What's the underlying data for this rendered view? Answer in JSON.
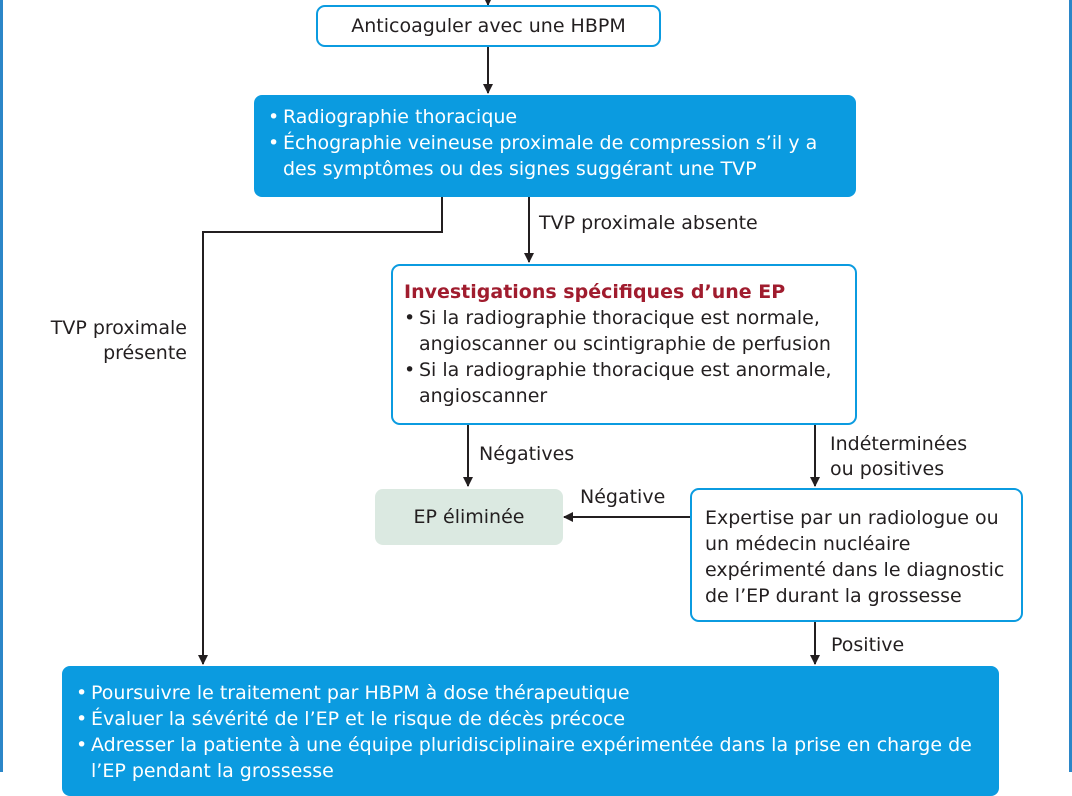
{
  "boxes": {
    "anticoag": "Anticoaguler avec une HBPM",
    "imaging": [
      "Radiographie thoracique",
      "Échographie veineuse proximale de compression s’il y a des symptômes ou des signes suggérant une TVP"
    ],
    "investigations": {
      "title": "Investigations spécifiques d’une EP",
      "items": [
        "Si la radiographie thoracique est normale, angioscanner ou scintigraphie de perfusion",
        "Si la radiographie thoracique est anormale, angioscanner"
      ]
    },
    "excluded": "EP éliminée",
    "expertise": "Expertise par un radiologue ou un médecin nucléaire expérimenté dans le diagnostic de l’EP durant la grossesse",
    "treatment": [
      "Poursuivre le traitement par HBPM à dose thérapeutique",
      "Évaluer la sévérité de l’EP et le risque de décès précoce",
      "Adresser la patiente à une équipe pluridisciplinaire expérimentée dans la prise en charge de l’EP pendant la grossesse"
    ]
  },
  "labels": {
    "tvp_absent": "TVP proximale absente",
    "tvp_present_1": "TVP proximale",
    "tvp_present_2": "présente",
    "negatives": "Négatives",
    "indeterminate_1": "Indéterminées",
    "indeterminate_2": "ou positives",
    "negative": "Négative",
    "positive": "Positive"
  },
  "colors": {
    "accent_blue": "#0b9be0",
    "frame_blue": "#2b86c8",
    "heading_red": "#a01c2e",
    "excluded_green": "#dbe9e1"
  }
}
